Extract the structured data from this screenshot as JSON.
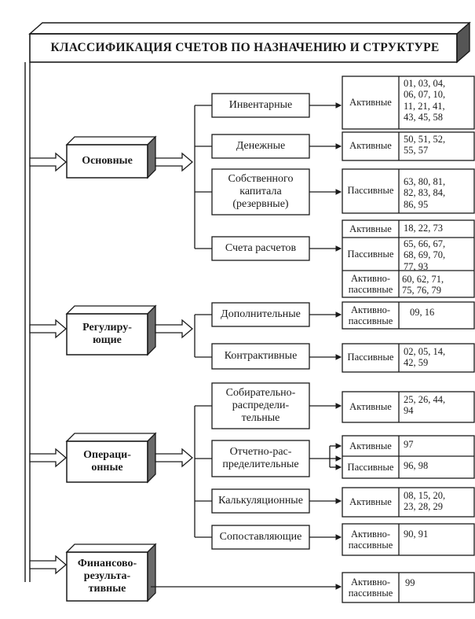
{
  "title": "КЛАССИФИКАЦИЯ СЧЕТОВ ПО НАЗНАЧЕНИЮ И СТРУКТУРЕ",
  "categories": [
    {
      "name": "Основные"
    },
    {
      "name": "Регулиру-\nющие"
    },
    {
      "name": "Операци-\nонные"
    },
    {
      "name": "Финансово-\nрезульта-\nтивные"
    }
  ],
  "subcategories": [
    {
      "name": "Инвентарные"
    },
    {
      "name": "Денежные"
    },
    {
      "name": "Собственного\nкапитала\n(резервные)"
    },
    {
      "name": "Счета  расчетов"
    },
    {
      "name": "Дополнительные"
    },
    {
      "name": "Контрактивные"
    },
    {
      "name": "Собирательно-\nраспредели-\nтельные"
    },
    {
      "name": "Отчетно-рас-\nпределительные"
    },
    {
      "name": "Калькуляционные"
    },
    {
      "name": "Сопоставляющие"
    }
  ],
  "rows": [
    {
      "type": "Активные",
      "accounts": "01, 03, 04,\n06,  07, 10,\n11, 21, 41,\n43, 45, 58"
    },
    {
      "type": "Активные",
      "accounts": "50, 51, 52,\n55, 57"
    },
    {
      "type": "Пассивные",
      "accounts": "63, 80, 81,\n82, 83, 84,\n86, 95"
    },
    {
      "type": "Активные",
      "accounts": "18, 22, 73"
    },
    {
      "type": "Пассивные",
      "accounts": "65, 66, 67,\n68, 69, 70,\n77, 93"
    },
    {
      "type": "Активно-\nпассивные",
      "accounts": "60, 62, 71,\n75, 76, 79"
    },
    {
      "type": "Активно-\nпассивные",
      "accounts": "09, 16"
    },
    {
      "type": "Пассивные",
      "accounts": "02, 05, 14,\n42, 59"
    },
    {
      "type": "Активные",
      "accounts": "25, 26, 44,\n94"
    },
    {
      "type": "Активные",
      "accounts": "97"
    },
    {
      "type": "Пассивные",
      "accounts": "96, 98"
    },
    {
      "type": "Активные",
      "accounts": "08, 15, 20,\n23, 28, 29"
    },
    {
      "type": "Активно-\nпассивные",
      "accounts": "90, 91"
    },
    {
      "type": "Активно-\nпассивные",
      "accounts": "99"
    }
  ]
}
